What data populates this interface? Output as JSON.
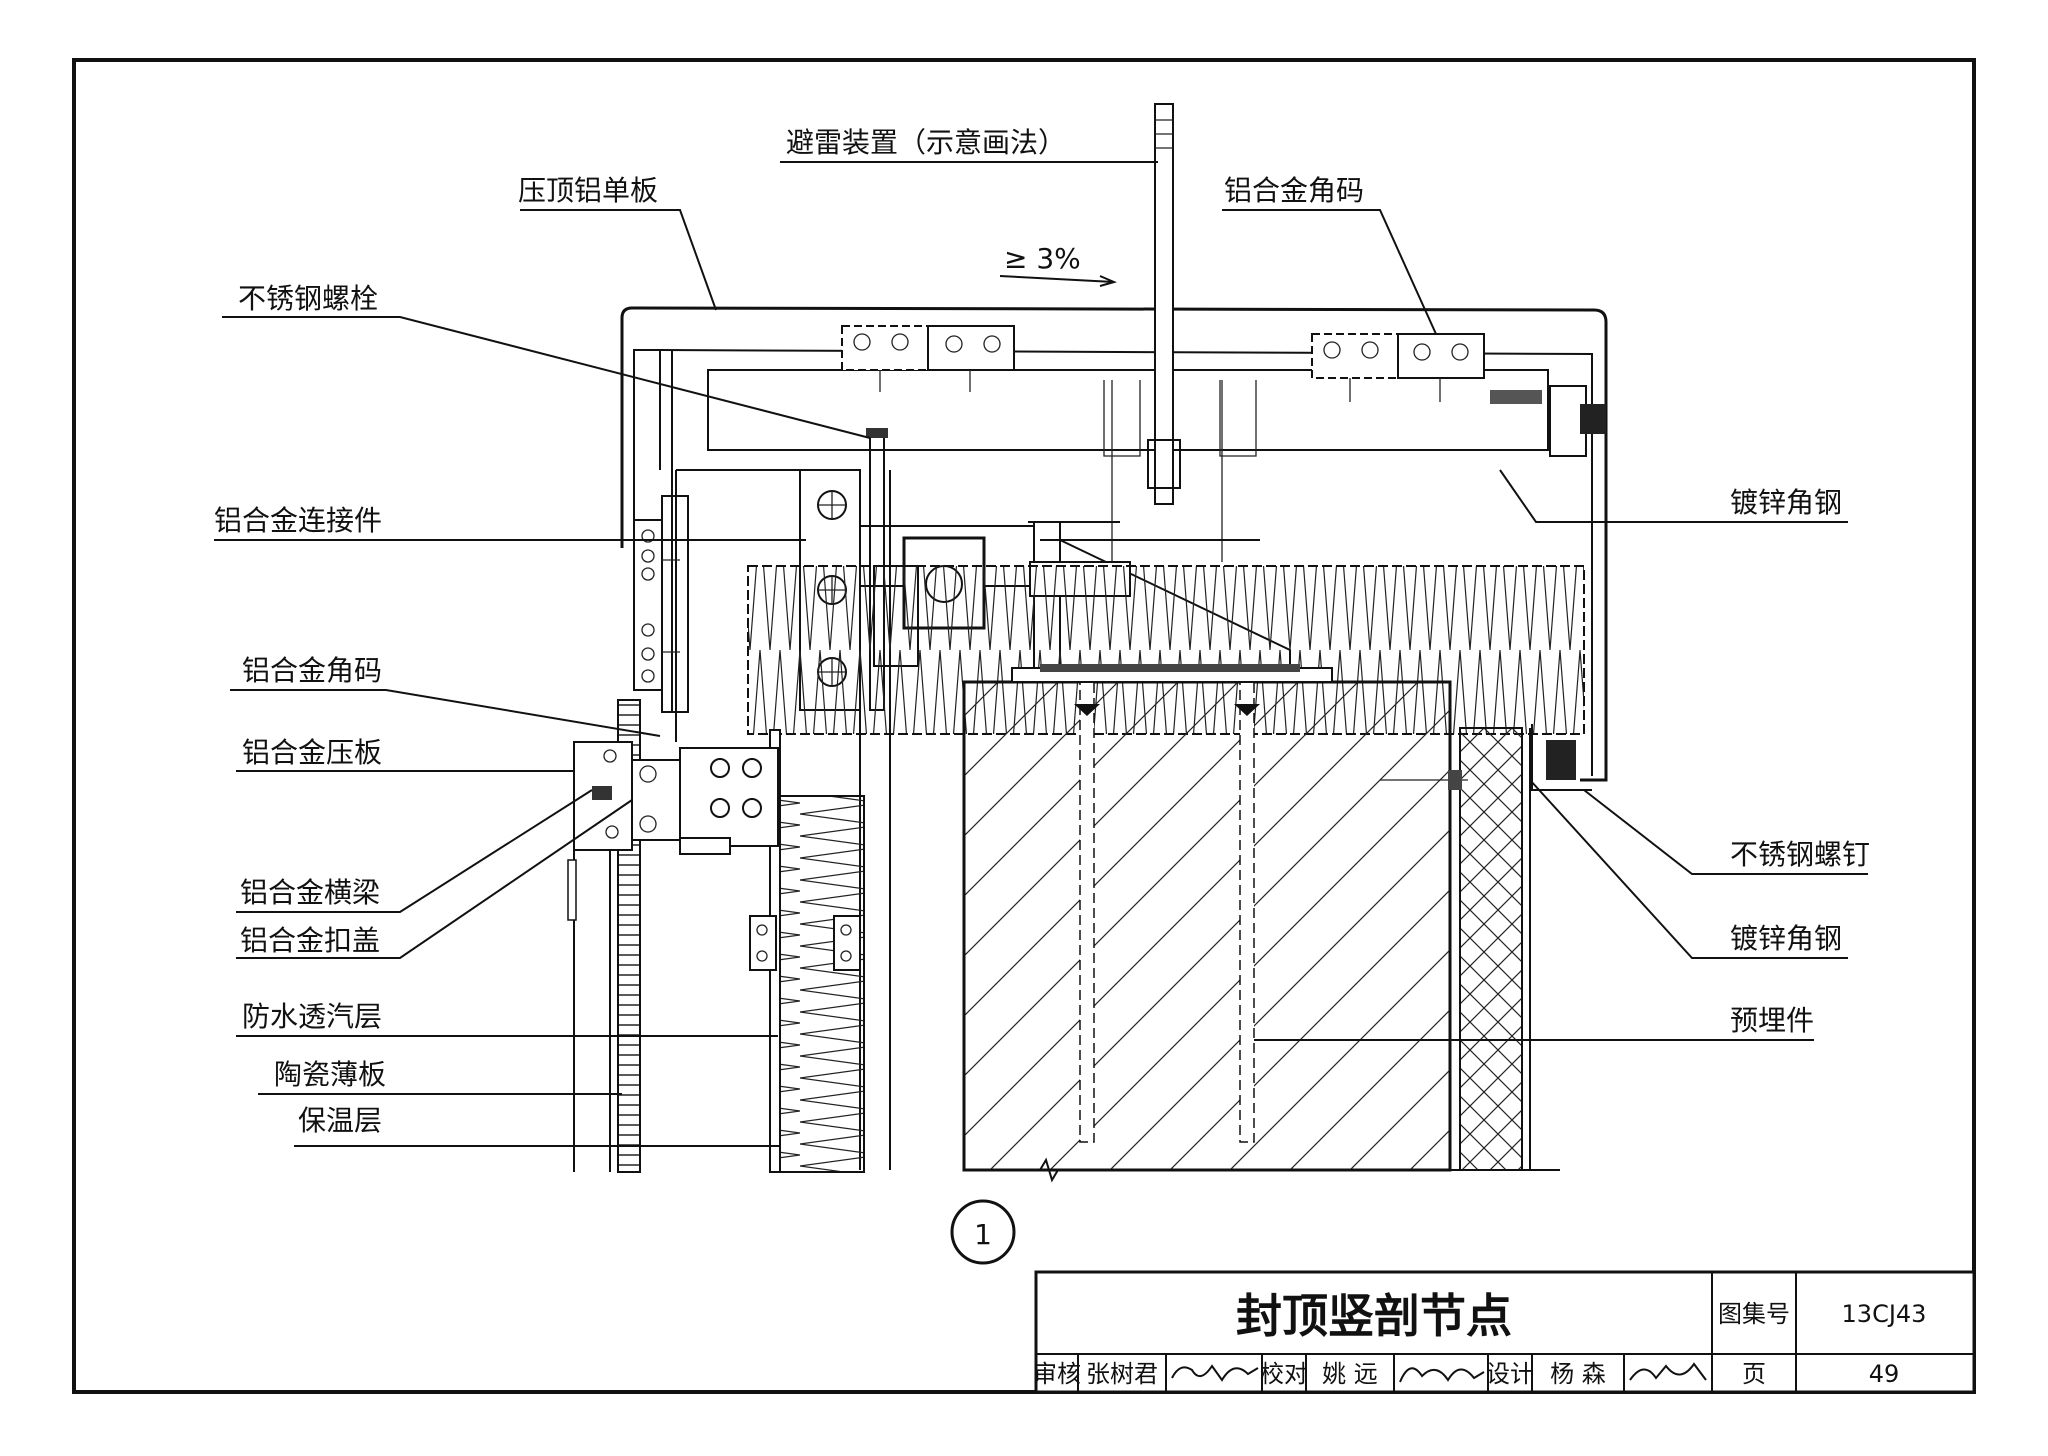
{
  "labels": {
    "lightning": "避雷装置（示意画法）",
    "coping_panel": "压顶铝单板",
    "slope": "≥ 3%",
    "bracket_top": "铝合金角码",
    "ss_bolt": "不锈钢螺栓",
    "connector": "铝合金连接件",
    "bracket_left": "铝合金角码",
    "press_plate": "铝合金压板",
    "transom": "铝合金横梁",
    "cover_cap": "铝合金扣盖",
    "membrane": "防水透汽层",
    "ceramic": "陶瓷薄板",
    "insulation": "保温层",
    "angle_right_1": "镀锌角钢",
    "ss_screw": "不锈钢螺钉",
    "angle_right_2": "镀锌角钢",
    "embedded": "预埋件"
  },
  "detail_number": "1",
  "title_block": {
    "title": "封顶竖剖节点",
    "atlas_label": "图集号",
    "atlas_no": "13CJ43",
    "page_label": "页",
    "page_no": "49",
    "review_label": "审核",
    "reviewer": "张树君",
    "check_label": "校对",
    "checker": "姚 远",
    "design_label": "设计",
    "designer": "杨 森"
  }
}
